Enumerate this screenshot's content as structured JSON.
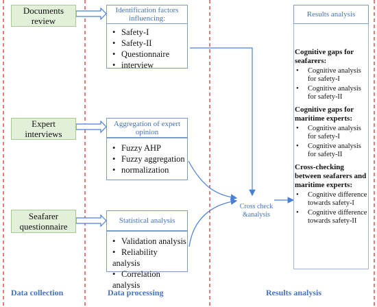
{
  "collection": {
    "documents": "Documents review",
    "expert": "Expert interviews",
    "questionnaire": "Seafarer questionnaire"
  },
  "processing": {
    "identification": {
      "header": "Identification factors influencing:",
      "items": [
        "Safety-I",
        "Safety-II",
        "Questionnaire",
        "interview"
      ]
    },
    "aggregation": {
      "header": "Aggregation of expert opinion",
      "items": [
        "Fuzzy AHP",
        "Fuzzy aggregation",
        "normalization"
      ]
    },
    "statistical": {
      "header": "Statistical analysis",
      "items": [
        "Validation analysis",
        "Reliability analysis",
        "Correlation analysis"
      ]
    }
  },
  "cross_check": "Cross check &analysis",
  "results": {
    "header": "Results analysis",
    "sections": [
      {
        "title": "Cognitive gaps for seafarers:",
        "items": [
          "Cognitive analysis for safety-I",
          "Cognitive analysis for safety-II"
        ]
      },
      {
        "title": "Cognitive gaps for maritime experts:",
        "items": [
          "Cognitive analysis for safety-I",
          "Cognitive analysis for safety-II"
        ]
      },
      {
        "title": "Cross-checking between seafarers and maritime experts:",
        "items": [
          "Cognitive difference towards safety-I",
          "Cognitive difference towards safety-II"
        ]
      }
    ]
  },
  "footer": {
    "col1": "Data collection",
    "col2": "Data processing",
    "col3": "Results analysis"
  },
  "colors": {
    "divider": "#e02020",
    "accent": "#4472c4",
    "green_fill": "#e2f0d9",
    "arrow": "#4a7fd6"
  }
}
